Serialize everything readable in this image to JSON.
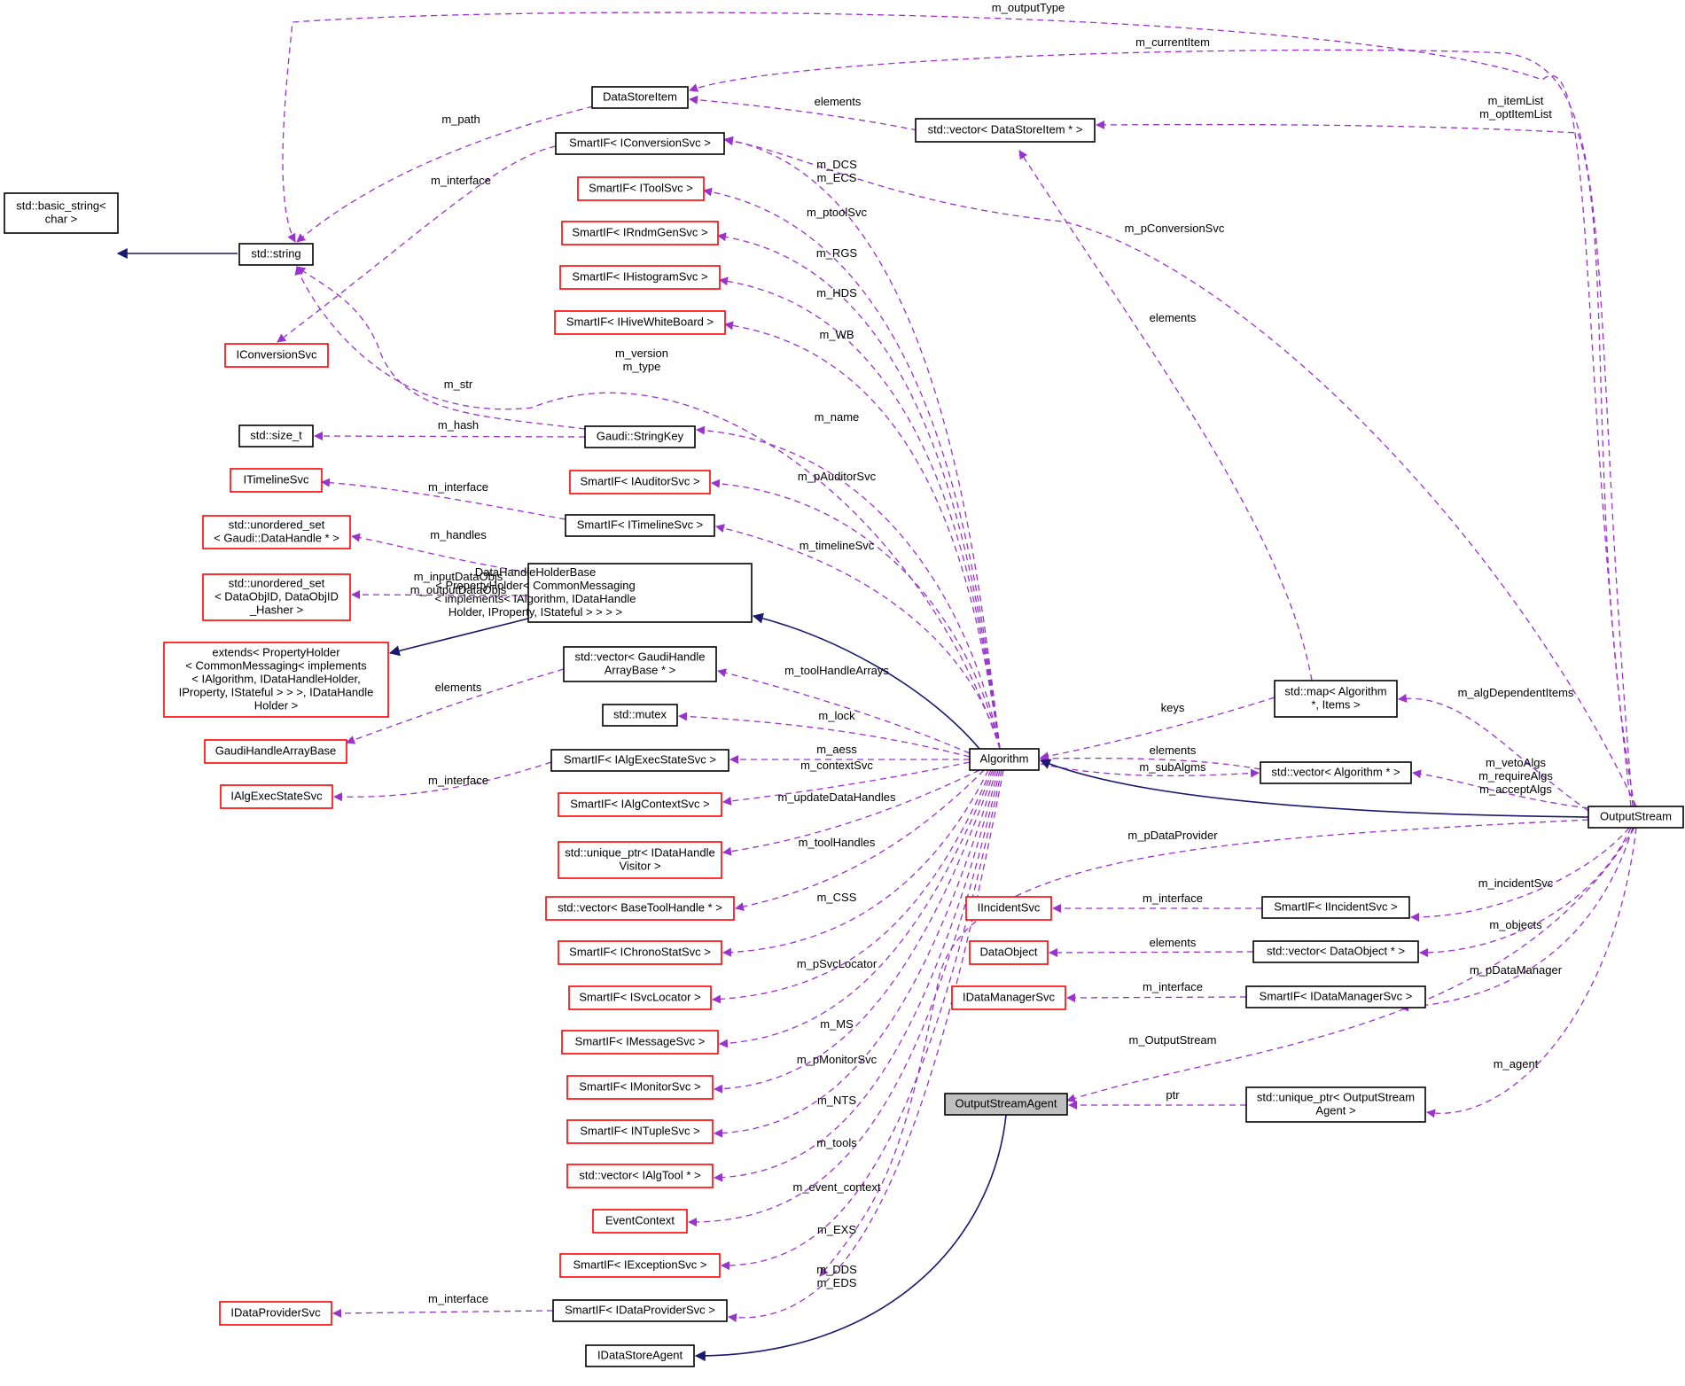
{
  "nodes": [
    {
      "id": "basic_string",
      "lines": [
        "std::basic_string<",
        "char >"
      ],
      "style": "black"
    },
    {
      "id": "std_string",
      "lines": [
        "std::string"
      ],
      "style": "black"
    },
    {
      "id": "IConversionSvc",
      "lines": [
        "IConversionSvc"
      ],
      "style": "red"
    },
    {
      "id": "size_t",
      "lines": [
        "std::size_t"
      ],
      "style": "black"
    },
    {
      "id": "ITimelineSvc",
      "lines": [
        "ITimelineSvc"
      ],
      "style": "red"
    },
    {
      "id": "uset_handle",
      "lines": [
        "std::unordered_set",
        "< Gaudi::DataHandle * >"
      ],
      "style": "red"
    },
    {
      "id": "uset_objid",
      "lines": [
        "std::unordered_set",
        "< DataObjID, DataObjID",
        "_Hasher >"
      ],
      "style": "red"
    },
    {
      "id": "extends",
      "lines": [
        "extends< PropertyHolder",
        "< CommonMessaging< implements",
        "< IAlgorithm, IDataHandleHolder,",
        "IProperty, IStateful > > >, IDataHandle",
        "Holder >"
      ],
      "style": "red"
    },
    {
      "id": "GaudiHandleArrayBase",
      "lines": [
        "GaudiHandleArrayBase"
      ],
      "style": "red"
    },
    {
      "id": "IAlgExecStateSvc",
      "lines": [
        "IAlgExecStateSvc"
      ],
      "style": "red"
    },
    {
      "id": "IDataProviderSvc",
      "lines": [
        "IDataProviderSvc"
      ],
      "style": "red"
    },
    {
      "id": "DataStoreItem",
      "lines": [
        "DataStoreItem"
      ],
      "style": "black"
    },
    {
      "id": "SI_IConversionSvc",
      "lines": [
        "SmartIF< IConversionSvc >"
      ],
      "style": "black"
    },
    {
      "id": "SI_IToolSvc",
      "lines": [
        "SmartIF< IToolSvc >"
      ],
      "style": "red"
    },
    {
      "id": "SI_IRndmGenSvc",
      "lines": [
        "SmartIF< IRndmGenSvc >"
      ],
      "style": "red"
    },
    {
      "id": "SI_IHistogramSvc",
      "lines": [
        "SmartIF< IHistogramSvc >"
      ],
      "style": "red"
    },
    {
      "id": "SI_IHiveWhiteBoard",
      "lines": [
        "SmartIF< IHiveWhiteBoard >"
      ],
      "style": "red"
    },
    {
      "id": "StringKey",
      "lines": [
        "Gaudi::StringKey"
      ],
      "style": "black"
    },
    {
      "id": "SI_IAuditorSvc",
      "lines": [
        "SmartIF< IAuditorSvc >"
      ],
      "style": "red"
    },
    {
      "id": "SI_ITimelineSvc",
      "lines": [
        "SmartIF< ITimelineSvc >"
      ],
      "style": "black"
    },
    {
      "id": "DataHandleHolderBase",
      "lines": [
        "DataHandleHolderBase",
        "< PropertyHolder< CommonMessaging",
        "< implements< IAlgorithm, IDataHandle",
        "Holder, IProperty, IStateful > > > >"
      ],
      "style": "black",
      "align": "left"
    },
    {
      "id": "vec_GaudiHandle",
      "lines": [
        "std::vector< GaudiHandle",
        "ArrayBase * >"
      ],
      "style": "black"
    },
    {
      "id": "mutex",
      "lines": [
        "std::mutex"
      ],
      "style": "black"
    },
    {
      "id": "SI_IAlgExecStateSvc",
      "lines": [
        "SmartIF< IAlgExecStateSvc >"
      ],
      "style": "black"
    },
    {
      "id": "SI_IAlgContextSvc",
      "lines": [
        "SmartIF< IAlgContextSvc >"
      ],
      "style": "red"
    },
    {
      "id": "uptr_Visitor",
      "lines": [
        "std::unique_ptr< IDataHandle",
        "Visitor >"
      ],
      "style": "red"
    },
    {
      "id": "vec_BaseToolHandle",
      "lines": [
        "std::vector< BaseToolHandle * >"
      ],
      "style": "red"
    },
    {
      "id": "SI_IChronoStatSvc",
      "lines": [
        "SmartIF< IChronoStatSvc >"
      ],
      "style": "red"
    },
    {
      "id": "SI_ISvcLocator",
      "lines": [
        "SmartIF< ISvcLocator >"
      ],
      "style": "red"
    },
    {
      "id": "SI_IMessageSvc",
      "lines": [
        "SmartIF< IMessageSvc >"
      ],
      "style": "red"
    },
    {
      "id": "SI_IMonitorSvc",
      "lines": [
        "SmartIF< IMonitorSvc >"
      ],
      "style": "red"
    },
    {
      "id": "SI_INTupleSvc",
      "lines": [
        "SmartIF< INTupleSvc >"
      ],
      "style": "red"
    },
    {
      "id": "vec_IAlgTool",
      "lines": [
        "std::vector< IAlgTool * >"
      ],
      "style": "red"
    },
    {
      "id": "EventContext",
      "lines": [
        "EventContext"
      ],
      "style": "red"
    },
    {
      "id": "SI_IExceptionSvc",
      "lines": [
        "SmartIF< IExceptionSvc >"
      ],
      "style": "red"
    },
    {
      "id": "SI_IDataProviderSvc",
      "lines": [
        "SmartIF< IDataProviderSvc >"
      ],
      "style": "black"
    },
    {
      "id": "IDataStoreAgent",
      "lines": [
        "IDataStoreAgent"
      ],
      "style": "black"
    },
    {
      "id": "vec_DataStoreItem",
      "lines": [
        "std::vector< DataStoreItem * >"
      ],
      "style": "black"
    },
    {
      "id": "Algorithm",
      "lines": [
        "Algorithm"
      ],
      "style": "black"
    },
    {
      "id": "IIncidentSvc",
      "lines": [
        "IIncidentSvc"
      ],
      "style": "red"
    },
    {
      "id": "DataObject",
      "lines": [
        "DataObject"
      ],
      "style": "red"
    },
    {
      "id": "IDataManagerSvc",
      "lines": [
        "IDataManagerSvc"
      ],
      "style": "red"
    },
    {
      "id": "OutputStreamAgent",
      "lines": [
        "OutputStreamAgent"
      ],
      "style": "focus"
    },
    {
      "id": "map_Algorithm",
      "lines": [
        "std::map< Algorithm",
        "*, Items >"
      ],
      "style": "black"
    },
    {
      "id": "vec_Algorithm",
      "lines": [
        "std::vector< Algorithm * >"
      ],
      "style": "black"
    },
    {
      "id": "SI_IIncidentSvc",
      "lines": [
        "SmartIF< IIncidentSvc >"
      ],
      "style": "black"
    },
    {
      "id": "vec_DataObject",
      "lines": [
        "std::vector< DataObject * >"
      ],
      "style": "black"
    },
    {
      "id": "SI_IDataManagerSvc",
      "lines": [
        "SmartIF< IDataManagerSvc >"
      ],
      "style": "black"
    },
    {
      "id": "uptr_OSA",
      "lines": [
        "std::unique_ptr< OutputStream",
        "Agent >"
      ],
      "style": "black"
    },
    {
      "id": "OutputStream",
      "lines": [
        "OutputStream"
      ],
      "style": "black"
    }
  ],
  "edges": [
    {
      "kind": "inheritance",
      "label": []
    },
    {
      "kind": "usage",
      "label": [
        "m_outputType"
      ]
    },
    {
      "kind": "usage",
      "label": [
        "m_currentItem"
      ]
    },
    {
      "kind": "usage",
      "label": [
        "m_path"
      ]
    },
    {
      "kind": "usage",
      "label": [
        "m_interface"
      ]
    },
    {
      "kind": "usage",
      "label": [
        "elements"
      ]
    },
    {
      "kind": "usage",
      "label": [
        "m_itemList",
        "m_optItemList"
      ]
    },
    {
      "kind": "usage",
      "label": [
        "m_DCS",
        "m_ECS"
      ]
    },
    {
      "kind": "usage",
      "label": [
        "m_pConversionSvc"
      ]
    },
    {
      "kind": "usage",
      "label": [
        "m_ptoolSvc"
      ]
    },
    {
      "kind": "usage",
      "label": [
        "m_RGS"
      ]
    },
    {
      "kind": "usage",
      "label": [
        "m_HDS"
      ]
    },
    {
      "kind": "usage",
      "label": [
        "elements"
      ]
    },
    {
      "kind": "usage",
      "label": [
        "m_WB"
      ]
    },
    {
      "kind": "usage",
      "label": [
        "m_version",
        "m_type"
      ]
    },
    {
      "kind": "usage",
      "label": [
        "m_str"
      ]
    },
    {
      "kind": "usage",
      "label": [
        "m_hash"
      ]
    },
    {
      "kind": "usage",
      "label": [
        "m_name"
      ]
    },
    {
      "kind": "usage",
      "label": [
        "m_pAuditorSvc"
      ]
    },
    {
      "kind": "usage",
      "label": [
        "m_interface"
      ]
    },
    {
      "kind": "usage",
      "label": [
        "m_handles"
      ]
    },
    {
      "kind": "usage",
      "label": [
        "m_timelineSvc"
      ]
    },
    {
      "kind": "usage",
      "label": [
        "m_inputDataObjs",
        "m_outputDataObjs"
      ]
    },
    {
      "kind": "inheritance",
      "label": []
    },
    {
      "kind": "inheritance",
      "label": []
    },
    {
      "kind": "usage",
      "label": [
        "elements"
      ]
    },
    {
      "kind": "usage",
      "label": [
        "m_toolHandleArrays"
      ]
    },
    {
      "kind": "usage",
      "label": [
        "m_lock"
      ]
    },
    {
      "kind": "usage",
      "label": [
        "m_aess"
      ]
    },
    {
      "kind": "usage",
      "label": [
        "m_interface"
      ]
    },
    {
      "kind": "usage",
      "label": [
        "m_contextSvc"
      ]
    },
    {
      "kind": "usage",
      "label": [
        "m_updateDataHandles"
      ]
    },
    {
      "kind": "usage",
      "label": [
        "m_toolHandles"
      ]
    },
    {
      "kind": "usage",
      "label": [
        "m_CSS"
      ]
    },
    {
      "kind": "usage",
      "label": [
        "m_pSvcLocator"
      ]
    },
    {
      "kind": "usage",
      "label": [
        "m_MS"
      ]
    },
    {
      "kind": "usage",
      "label": [
        "m_pMonitorSvc"
      ]
    },
    {
      "kind": "usage",
      "label": [
        "m_NTS"
      ]
    },
    {
      "kind": "usage",
      "label": [
        "m_tools"
      ]
    },
    {
      "kind": "usage",
      "label": [
        "m_event_context"
      ]
    },
    {
      "kind": "usage",
      "label": [
        "m_EXS"
      ]
    },
    {
      "kind": "usage",
      "label": [
        "m_DDS",
        "m_EDS"
      ]
    },
    {
      "kind": "usage",
      "label": [
        "m_interface"
      ]
    },
    {
      "kind": "usage",
      "label": [
        "keys"
      ]
    },
    {
      "kind": "usage",
      "label": [
        "elements"
      ]
    },
    {
      "kind": "usage",
      "label": [
        "m_subAlgms"
      ]
    },
    {
      "kind": "inheritance",
      "label": []
    },
    {
      "kind": "usage",
      "label": [
        "m_algDependentItems"
      ]
    },
    {
      "kind": "usage",
      "label": [
        "m_vetoAlgs",
        "m_requireAlgs",
        "m_acceptAlgs"
      ]
    },
    {
      "kind": "usage",
      "label": [
        "m_pDataProvider"
      ]
    },
    {
      "kind": "usage",
      "label": [
        "m_interface"
      ]
    },
    {
      "kind": "usage",
      "label": [
        "m_incidentSvc"
      ]
    },
    {
      "kind": "usage",
      "label": [
        "elements"
      ]
    },
    {
      "kind": "usage",
      "label": [
        "m_objects"
      ]
    },
    {
      "kind": "usage",
      "label": [
        "m_interface"
      ]
    },
    {
      "kind": "usage",
      "label": [
        "m_pDataManager"
      ]
    },
    {
      "kind": "usage",
      "label": [
        "m_OutputStream"
      ]
    },
    {
      "kind": "usage",
      "label": [
        "ptr"
      ]
    },
    {
      "kind": "usage",
      "label": [
        "m_agent"
      ]
    },
    {
      "kind": "inheritance",
      "label": []
    }
  ],
  "colors": {
    "usage_edge": "#9a32cd",
    "inheritance_edge": "#191970",
    "red_border": "#ff0000",
    "focus_fill": "#bfbfbf"
  }
}
